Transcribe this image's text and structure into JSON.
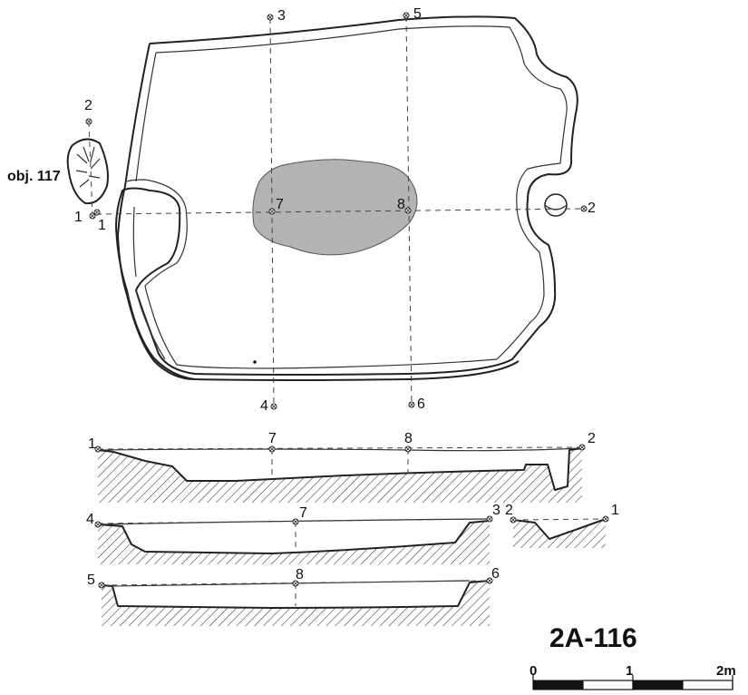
{
  "feature_id": "2A-116",
  "object_label": "obj. 117",
  "plan_points": {
    "p1a": "1",
    "p1b": "1",
    "p2_left": "2",
    "p2_right": "2",
    "p3": "3",
    "p4": "4",
    "p5": "5",
    "p6": "6",
    "p7": "7",
    "p8": "8"
  },
  "section_1_2": {
    "start": "1",
    "mid1": "7",
    "mid2": "8",
    "end": "2"
  },
  "section_4_3": {
    "start": "4",
    "mid": "7",
    "end": "3"
  },
  "section_2_1": {
    "start": "2",
    "end": "1"
  },
  "section_5_6": {
    "start": "5",
    "mid": "8",
    "end": "6"
  },
  "scale_bar": {
    "label_0": "0",
    "label_1": "1",
    "label_2": "2m"
  },
  "colors": {
    "line": "#222222",
    "fill_stain": "#b3b3b3",
    "hatch": "#333333"
  }
}
